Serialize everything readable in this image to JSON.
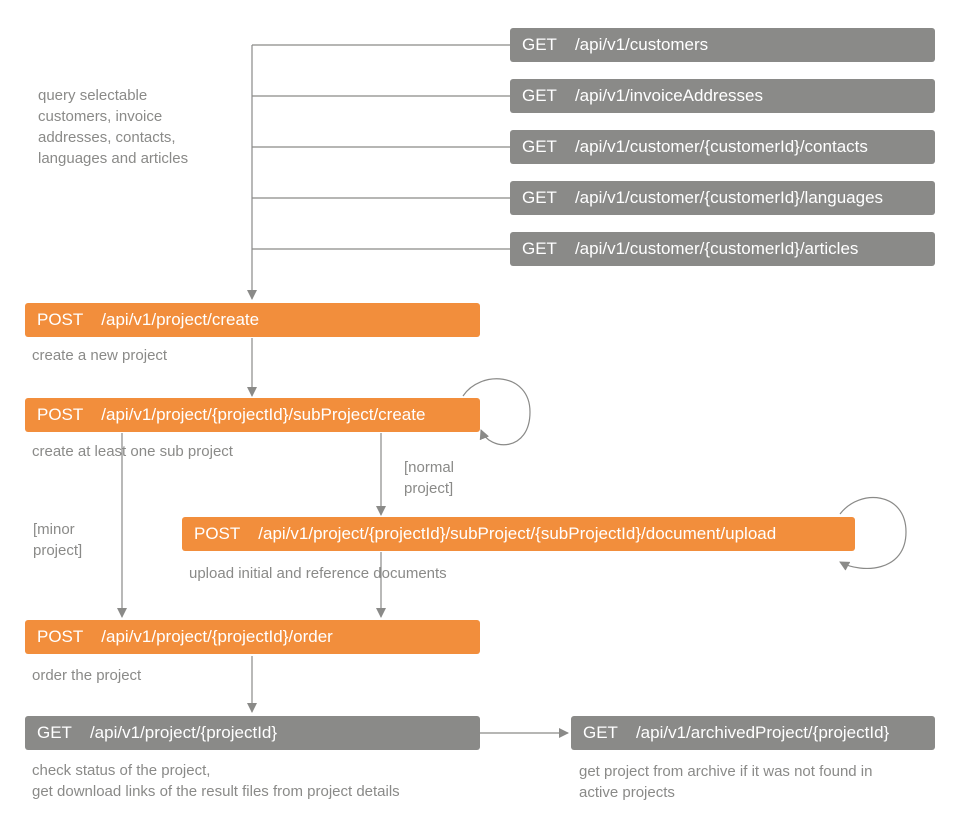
{
  "get_boxes": [
    {
      "method": "GET",
      "path": "/api/v1/customers"
    },
    {
      "method": "GET",
      "path": "/api/v1/invoiceAddresses"
    },
    {
      "method": "GET",
      "path": "/api/v1/customer/{customerId}/contacts"
    },
    {
      "method": "GET",
      "path": "/api/v1/customer/{customerId}/languages"
    },
    {
      "method": "GET",
      "path": "/api/v1/customer/{customerId}/articles"
    }
  ],
  "query_note": "query selectable\ncustomers, invoice\naddresses, contacts,\nlanguages and articles",
  "project_create": {
    "method": "POST",
    "path": "/api/v1/project/create",
    "note": "create a new project"
  },
  "subproject_create": {
    "method": "POST",
    "path": "/api/v1/project/{projectId}/subProject/create",
    "note": "create at least one sub project"
  },
  "document_upload": {
    "method": "POST",
    "path": "/api/v1/project/{projectId}/subProject/{subProjectId}/document/upload",
    "note": "upload initial and reference documents"
  },
  "project_order": {
    "method": "POST",
    "path": "/api/v1/project/{projectId}/order",
    "note": "order the project"
  },
  "project_get": {
    "method": "GET",
    "path": "/api/v1/project/{projectId}",
    "note": "check status of the project,\nget download links of the result files from project details"
  },
  "archived_get": {
    "method": "GET",
    "path": "/api/v1/archivedProject/{projectId}",
    "note": "get project from archive if it was not found in\nactive projects"
  },
  "branch_labels": {
    "normal": "[normal\nproject]",
    "minor": "[minor\nproject]"
  },
  "colors": {
    "post": "#f28e3c",
    "get": "#8a8a88",
    "line": "#8a8a88"
  }
}
